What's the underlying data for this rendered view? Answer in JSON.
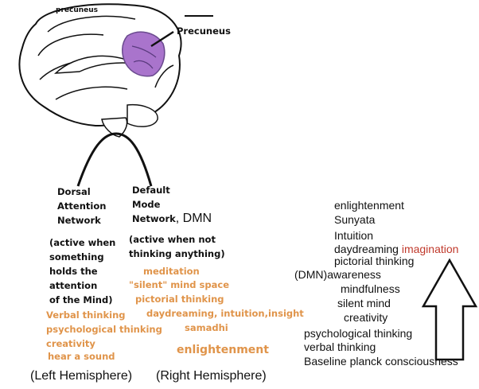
{
  "brain": {
    "top_text": "precuneus",
    "precuneus_label": "Precuneus",
    "colors": {
      "precuneus": "#a974cc",
      "outline": "#111111"
    }
  },
  "left_column": {
    "title_lines": [
      "Dorsal",
      "Attention",
      "Network"
    ],
    "desc_lines": [
      "(active when",
      "something",
      "holds the",
      "attention",
      "of the Mind)"
    ],
    "activities": [
      "Verbal thinking",
      "psychological thinking",
      "creativity",
      "hear a sound"
    ],
    "hemisphere": "(Left Hemisphere)"
  },
  "right_column": {
    "title_lines": [
      "Default",
      "Mode",
      "Network"
    ],
    "title_suffix": ", DMN",
    "desc_lines": [
      "(active when not",
      "thinking anything)"
    ],
    "activities": [
      "meditation",
      "\"silent\" mind space",
      "pictorial thinking",
      "daydreaming, intuition,insight",
      "samadhi"
    ],
    "enlightenment": "enlightenment",
    "hemisphere": "(Right Hemisphere)"
  },
  "scale": {
    "items": [
      "enlightenment",
      "Sunyata",
      "Intuition",
      "daydreaming",
      "pictorial thinking",
      "awareness",
      "mindfulness",
      "silent mind",
      "creativity",
      "psychological thinking",
      "verbal thinking",
      "Baseline planck consciousness"
    ],
    "highlight": "imagination",
    "dmn_label": "(DMN)",
    "colors": {
      "highlight": "#c0392b",
      "orange": "#e0944a"
    }
  }
}
